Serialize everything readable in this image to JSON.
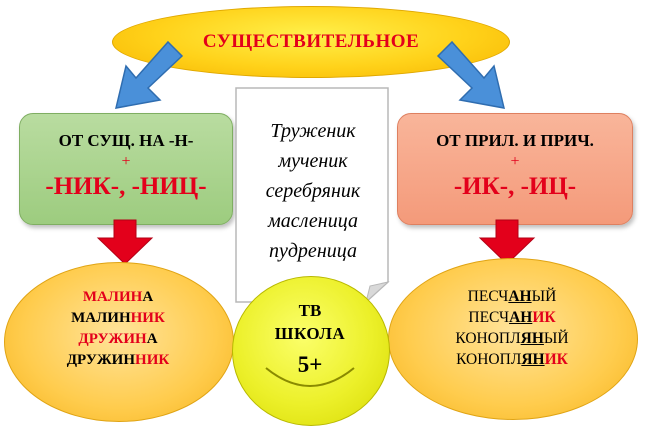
{
  "top": {
    "title": "СУЩЕСТВИТЕЛЬНОЕ"
  },
  "left_box": {
    "line1": "ОТ СУЩ. НА -Н-",
    "plus": "+",
    "suffix": "-НИК-, -НИЦ-"
  },
  "right_box": {
    "line1": "ОТ ПРИЛ. И ПРИЧ.",
    "plus": "+",
    "suffix": "-ИК-, -ИЦ-"
  },
  "note": {
    "words": [
      "Труженик",
      "мученик",
      "серебряник",
      "масленица",
      "пудреница"
    ]
  },
  "left_words": [
    {
      "base": "МАЛИН",
      "tail": "А"
    },
    {
      "base": "МАЛИН",
      "tail": "НИК"
    },
    {
      "base": "ДРУЖИН",
      "tail": "А"
    },
    {
      "base": "ДРУЖИН",
      "tail": "НИК"
    }
  ],
  "right_words": [
    {
      "pre": "ПЕСЧ",
      "mid": "АН",
      "post": "ЫЙ"
    },
    {
      "pre": "ПЕСЧ",
      "mid": "АН",
      "post": "ИК"
    },
    {
      "pre": "КОНОПЛ",
      "mid": "ЯН",
      "post": "ЫЙ"
    },
    {
      "pre": "КОНОПЛ",
      "mid": "ЯН",
      "post": "ИК"
    }
  ],
  "logo": {
    "line1": "ТВ",
    "line2": "ШКОЛА",
    "line3": "5+"
  },
  "colors": {
    "accent_red": "#e3001b",
    "ellipse_yellow": "#ffd21a",
    "green_box": "#9dcc7f",
    "orange_box": "#f49a7a",
    "blue_arrow": "#4a90d9",
    "smiley": "#ecf02a"
  }
}
